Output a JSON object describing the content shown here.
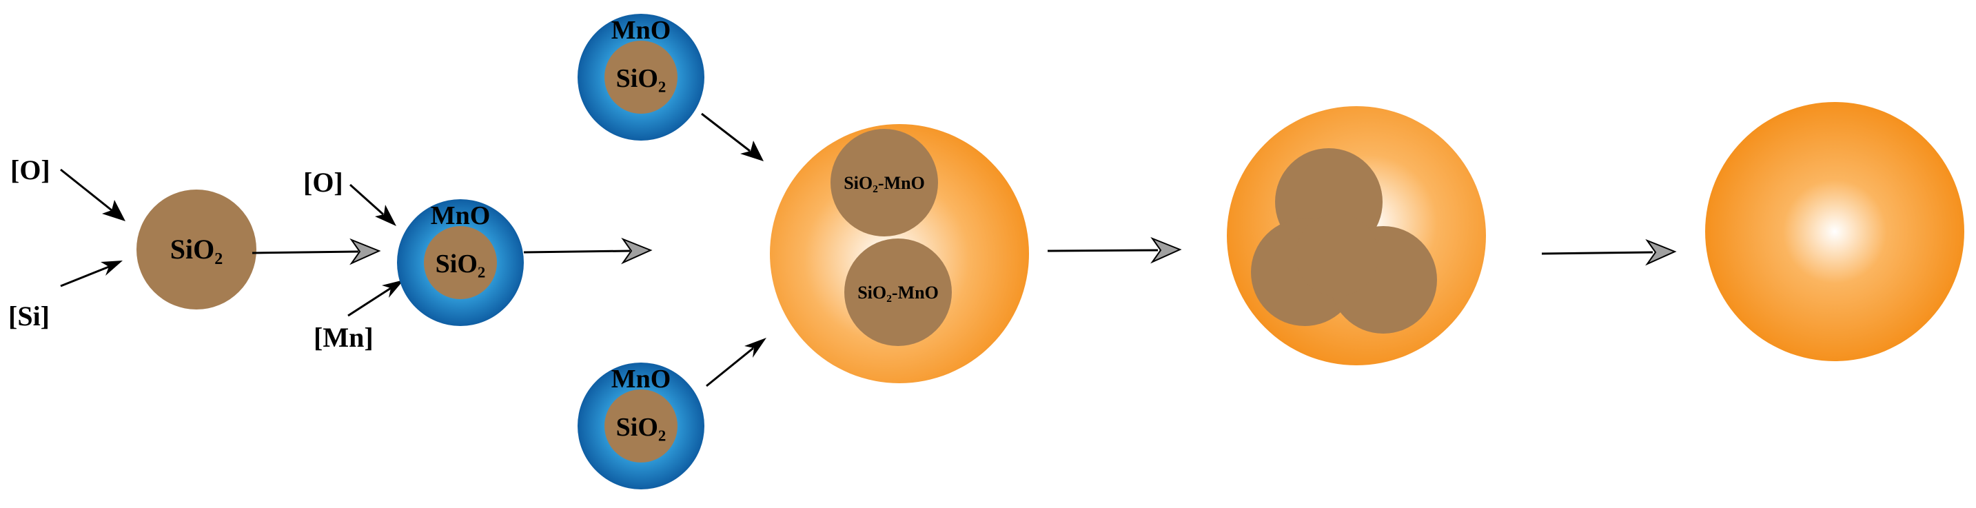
{
  "colors": {
    "sio2": "#a57d52",
    "mno_shell_edge": "#1673b8",
    "mno_shell_light": "#2f9ad8",
    "slag_edge": "#f5911e",
    "slag_center": "#ffffff",
    "arrow": "#000000",
    "arrowhead_hollow": "#a0a0a0"
  },
  "stage1": {
    "reagent_o": "[O]",
    "reagent_si": "[Si]",
    "core": "SiO₂"
  },
  "stage2": {
    "reagent_o": "[O]",
    "reagent_mn": "[Mn]",
    "shell": "MnO",
    "core": "SiO₂"
  },
  "stage3": {
    "top": {
      "shell": "MnO",
      "core": "SiO₂"
    },
    "bottom": {
      "shell": "MnO",
      "core": "SiO₂"
    }
  },
  "stage4": {
    "inclusion_1": "SiO₂-MnO",
    "inclusion_2": "SiO₂-MnO"
  },
  "stage5": {
    "description_icon": "merged-inclusion-icon"
  },
  "stage6": {
    "description_icon": "uniform-inclusion-icon"
  }
}
